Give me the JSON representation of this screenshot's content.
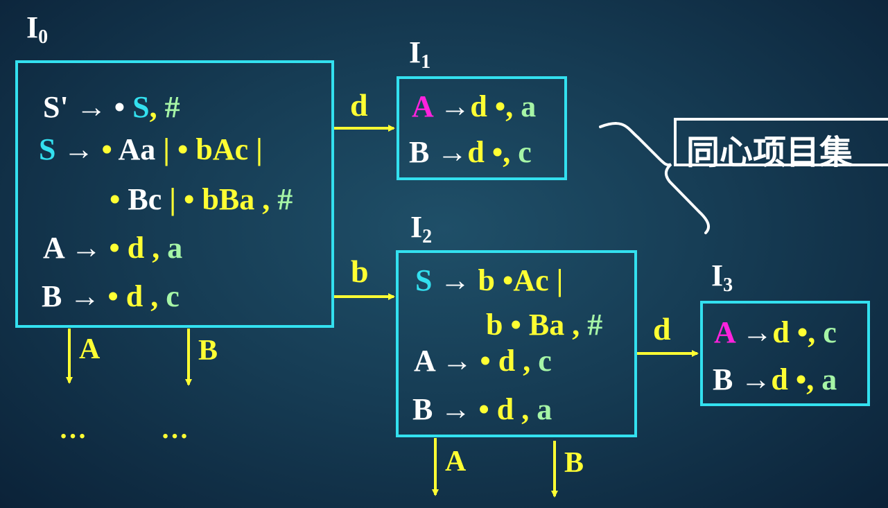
{
  "states": {
    "I0": {
      "name": "I",
      "sub": "0",
      "lines": [
        [
          {
            "t": "S' → • ",
            "c": "w"
          },
          {
            "t": "S",
            "c": "c"
          },
          {
            "t": ", ",
            "c": "y"
          },
          {
            "t": "#",
            "c": "g"
          }
        ],
        [
          {
            "t": "S",
            "c": "c"
          },
          {
            "t": " → ",
            "c": "w"
          },
          {
            "t": "• ",
            "c": "y"
          },
          {
            "t": "Aa",
            "c": "w"
          },
          {
            "t": " | • bAc |",
            "c": "y"
          }
        ],
        [
          {
            "t": "• ",
            "c": "y"
          },
          {
            "t": "Bc",
            "c": "w"
          },
          {
            "t": " | • bBa , ",
            "c": "y"
          },
          {
            "t": "#",
            "c": "g"
          }
        ],
        [
          {
            "t": "A",
            "c": "w"
          },
          {
            "t": " → ",
            "c": "w"
          },
          {
            "t": "• d , ",
            "c": "y"
          },
          {
            "t": "a",
            "c": "g"
          }
        ],
        [
          {
            "t": "B",
            "c": "w"
          },
          {
            "t": " → ",
            "c": "w"
          },
          {
            "t": "• d , ",
            "c": "y"
          },
          {
            "t": "c",
            "c": "g"
          }
        ]
      ]
    },
    "I1": {
      "name": "I",
      "sub": "1",
      "lines": [
        [
          {
            "t": "A",
            "c": "m"
          },
          {
            "t": " →",
            "c": "w"
          },
          {
            "t": "d •, ",
            "c": "y"
          },
          {
            "t": "a",
            "c": "g"
          }
        ],
        [
          {
            "t": "B",
            "c": "w"
          },
          {
            "t": " →",
            "c": "w"
          },
          {
            "t": "d •, ",
            "c": "y"
          },
          {
            "t": "c",
            "c": "g"
          }
        ]
      ]
    },
    "I2": {
      "name": "I",
      "sub": "2",
      "lines": [
        [
          {
            "t": "S",
            "c": "c"
          },
          {
            "t": " → ",
            "c": "w"
          },
          {
            "t": "b •Ac |",
            "c": "y"
          }
        ],
        [
          {
            "t": "b • Ba , ",
            "c": "y"
          },
          {
            "t": "#",
            "c": "g"
          }
        ],
        [
          {
            "t": "A",
            "c": "w"
          },
          {
            "t": " → ",
            "c": "w"
          },
          {
            "t": "• d , ",
            "c": "y"
          },
          {
            "t": "c",
            "c": "g"
          }
        ],
        [
          {
            "t": "B",
            "c": "w"
          },
          {
            "t": " → ",
            "c": "w"
          },
          {
            "t": "• d , ",
            "c": "y"
          },
          {
            "t": "a",
            "c": "g"
          }
        ]
      ]
    },
    "I3": {
      "name": "I",
      "sub": "3",
      "lines": [
        [
          {
            "t": "A",
            "c": "m"
          },
          {
            "t": " →",
            "c": "w"
          },
          {
            "t": "d •, ",
            "c": "y"
          },
          {
            "t": "c",
            "c": "g"
          }
        ],
        [
          {
            "t": "B",
            "c": "w"
          },
          {
            "t": " →",
            "c": "w"
          },
          {
            "t": "d •, ",
            "c": "y"
          },
          {
            "t": "a",
            "c": "g"
          }
        ]
      ]
    }
  },
  "edges": {
    "I0_I1": "d",
    "I0_I2": "b",
    "I2_I3": "d",
    "I0_A": "A",
    "I0_B": "B",
    "I2_A": "A",
    "I2_B": "B"
  },
  "ellipsis_left": "…",
  "ellipsis_right": "…",
  "callout_label": "同心项目集",
  "colors": {
    "box_border": "#33e0ef",
    "arrow": "#ffff33",
    "nonterminal_start": "#33e0ef",
    "highlight": "#ff22dd",
    "lookahead": "#a6f5a6",
    "body_text": "#ffff33"
  }
}
